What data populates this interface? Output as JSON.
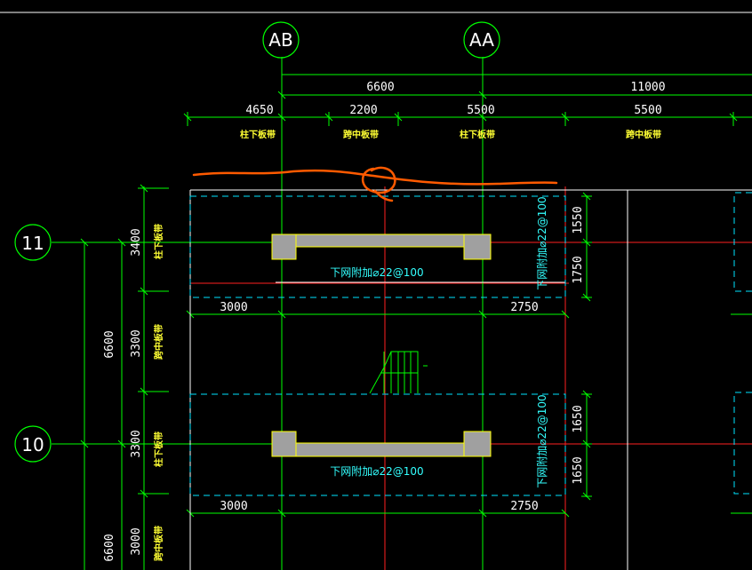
{
  "grid": {
    "axis_ab": "AB",
    "axis_aa": "AA",
    "axis_11": "11",
    "axis_10": "10"
  },
  "dims_top": {
    "span_ab_aa": "6600",
    "span_aa_right": "11000",
    "seg1": "4650",
    "seg2": "2200",
    "seg3": "5500",
    "seg4": "5500"
  },
  "zones": {
    "column_strip": "柱下板带",
    "middle_strip": "跨中板带"
  },
  "dims_left": {
    "d3400": "3400",
    "d3300a": "3300",
    "d3300b": "3300",
    "d3000": "3000",
    "d6600a": "6600",
    "d6600b": "6600"
  },
  "beams": {
    "bottom_rebar_note": "下网附加⌀22@100",
    "side_rebar_note": "下网附加⌀22@100",
    "upper_left_dim": "3000",
    "upper_right_dim": "2750",
    "upper_v1": "1550",
    "upper_v2": "1750",
    "lower_left_dim": "3000",
    "lower_right_dim": "2750",
    "lower_v1": "1650",
    "lower_v2": "1650"
  },
  "colors": {
    "background": "#000000",
    "grid_axis": "#00ff00",
    "center_line": "#ff0000",
    "dashed_zone": "#00ffff",
    "beam_outline": "#ffff00",
    "beam_fill": "#a0a0a0",
    "annotation": "#ff5a00"
  }
}
